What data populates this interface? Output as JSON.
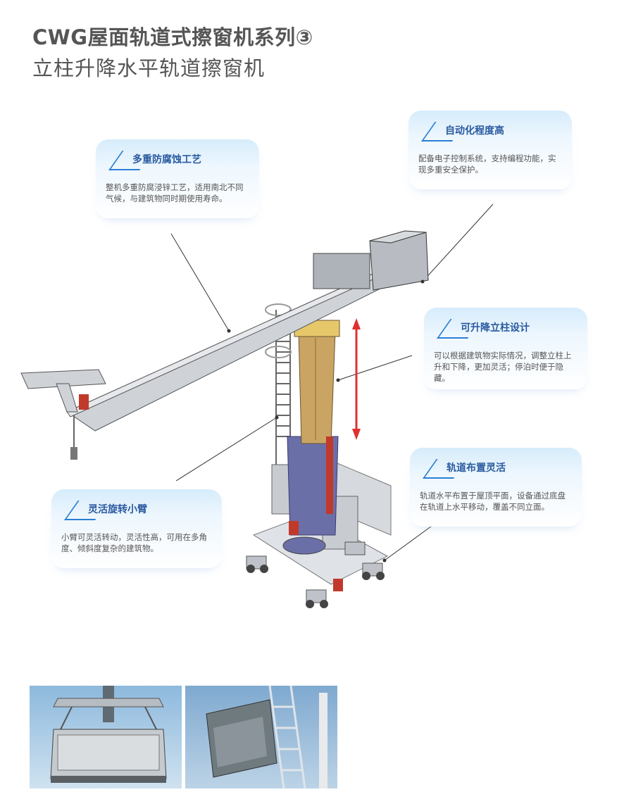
{
  "header": {
    "title": "CWG屋面轨道式擦窗机系列③",
    "subtitle": "立柱升降水平轨道擦窗机"
  },
  "features": [
    {
      "title": "多重防腐蚀工艺",
      "body": "整机多重防腐浸锌工艺，适用南北不同气候，与建筑物同时期使用寿命。"
    },
    {
      "title": "自动化程度高",
      "body": "配备电子控制系统，支持编程功能，实现多重安全保护。"
    },
    {
      "title": "可升降立柱设计",
      "body": "可以根据建筑物实际情况，调整立柱上升和下降，更加灵活；停泊时便于隐藏。"
    },
    {
      "title": "轨道布置灵活",
      "body": "轨道水平布置于屋顶平面，设备通过底盘在轨道上水平移动，覆盖不同立面。"
    },
    {
      "title": "灵活旋转小臂",
      "body": "小臂可灵活转动，灵活性高，可用在多角度、倾斜度复杂的建筑物。"
    }
  ],
  "colors": {
    "accent": "#2a7fd4",
    "title_blue": "#2a5aa0",
    "arrow_red": "#e03030",
    "column_gold": "#c9a463",
    "base_purple": "#6b6fa8"
  },
  "photos": [
    {
      "icon": "gondola-photo"
    },
    {
      "icon": "ladder-photo"
    }
  ]
}
